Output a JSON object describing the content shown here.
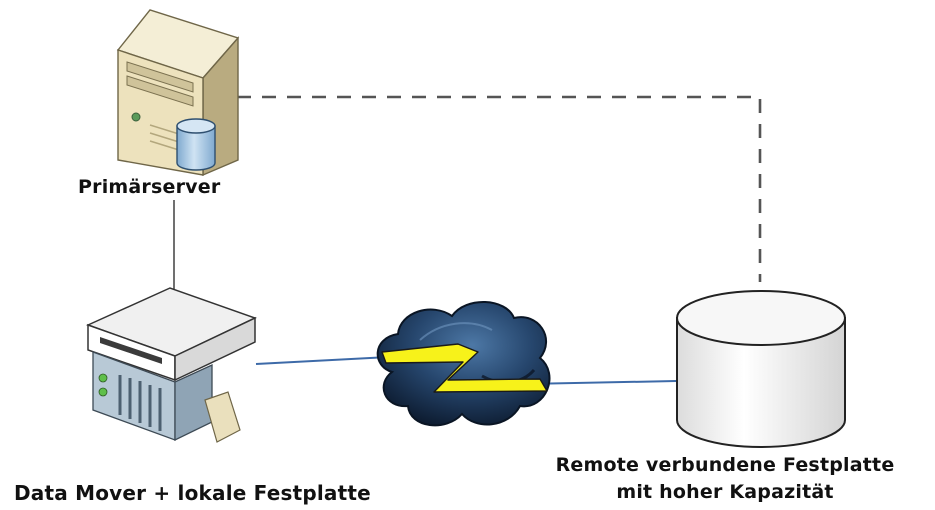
{
  "nodes": {
    "primary_server": {
      "label": "Primärserver"
    },
    "data_mover": {
      "label": "Data Mover + lokale Festplatte"
    },
    "remote_disk": {
      "label_line1": "Remote verbundene Festplatte",
      "label_line2": "mit hoher Kapazität"
    }
  },
  "connections": [
    {
      "from": "primary_server",
      "to": "data_mover",
      "style": "solid"
    },
    {
      "from": "primary_server",
      "to": "remote_disk",
      "style": "dashed"
    },
    {
      "from": "data_mover",
      "to": "remote_disk",
      "style": "wan-link",
      "via": "cloud"
    }
  ],
  "colors": {
    "server_body": "#ede2bd",
    "cylinder": "#a9cbe6",
    "cloud": "#17304f",
    "lightning": "#f7f21a",
    "wan_line": "#3d6aa8",
    "dashed_line": "#555555"
  },
  "icons": {
    "primary_server": "server-tower-icon",
    "database": "database-cylinder-icon",
    "data_mover": "rack-server-icon",
    "cloud": "network-cloud-icon",
    "lightning": "lightning-bolt-icon",
    "remote_disk": "storage-disk-icon"
  }
}
